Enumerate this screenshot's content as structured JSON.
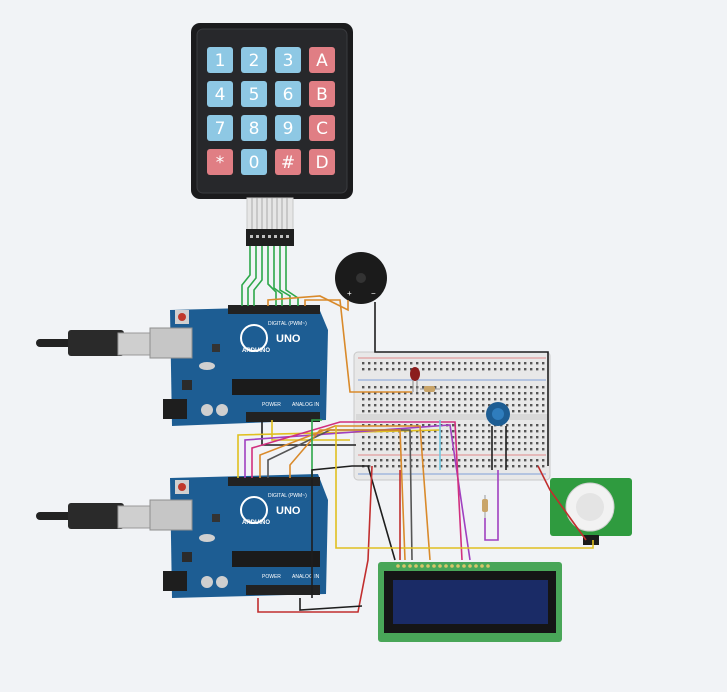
{
  "keypad": {
    "rows": [
      [
        "1",
        "2",
        "3",
        "A"
      ],
      [
        "4",
        "5",
        "6",
        "B"
      ],
      [
        "7",
        "8",
        "9",
        "C"
      ],
      [
        "*",
        "0",
        "#",
        "D"
      ]
    ]
  },
  "arduino_top": {
    "model": "UNO",
    "brand": "ARDUINO",
    "digital_label": "DIGITAL (PWM~)",
    "power_label": "POWER",
    "analog_label": "ANALOG IN"
  },
  "arduino_bottom": {
    "model": "UNO",
    "brand": "ARDUINO",
    "digital_label": "DIGITAL (PWM~)",
    "power_label": "POWER",
    "analog_label": "ANALOG IN"
  },
  "buzzer": {
    "plus": "+",
    "minus": "−"
  },
  "colors": {
    "background": "#f1f3f6",
    "key_blue": "#8ec8e4",
    "key_red": "#e07e84",
    "arduino": "#1d5d93",
    "lcd_board": "#49a658",
    "lcd_screen": "#1a2b66",
    "pir_board": "#2f9b3f"
  }
}
